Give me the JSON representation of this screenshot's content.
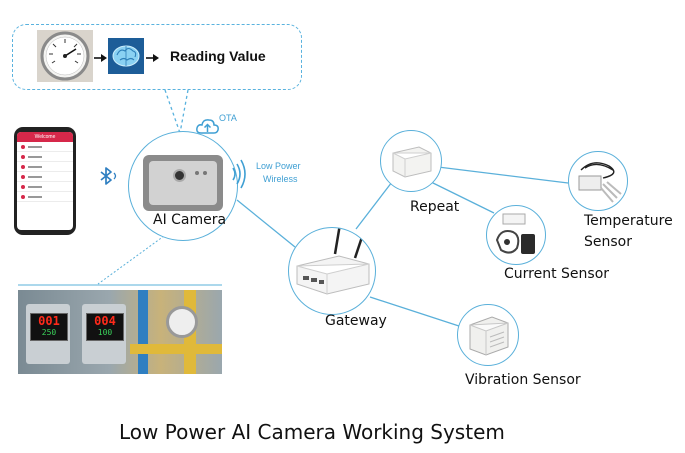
{
  "reading_value_label": "Reading Value",
  "ota_label": "OTA",
  "low_power_wireless": [
    "Low Power",
    "Wireless"
  ],
  "nodes": {
    "ai_camera": "AI Camera",
    "repeat": "Repeat",
    "gateway": "Gateway",
    "temperature_sensor": [
      "Temperature",
      "Sensor"
    ],
    "current_sensor": "Current Sensor",
    "vibration_sensor": "Vibration Sensor"
  },
  "display_readings": [
    "001",
    "004"
  ],
  "caption": "Low Power AI Camera Working System",
  "colors": {
    "accent": "#5ab0da",
    "wireless": "#3f9fd3",
    "phone_header": "#d6284a",
    "led": "#ff2a1a"
  }
}
